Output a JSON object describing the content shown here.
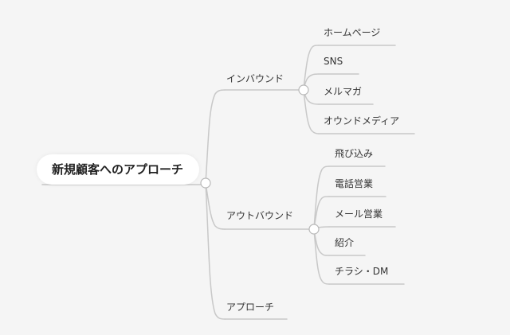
{
  "root": {
    "label": "新規顧客へのアプローチ"
  },
  "branches": [
    {
      "label": "インバウンド",
      "children": [
        "ホームページ",
        "SNS",
        "メルマガ",
        "オウンドメディア"
      ]
    },
    {
      "label": "アウトバウンド",
      "children": [
        "飛び込み",
        "電話営業",
        "メール営業",
        "紹介",
        "チラシ・DM"
      ]
    },
    {
      "label": "アプローチ",
      "children": []
    }
  ],
  "colors": {
    "background": "#f5f5f5",
    "line": "#c8c8c8",
    "text": "#333333",
    "node_fill": "#ffffff",
    "node_stroke": "#b8b8b8"
  }
}
